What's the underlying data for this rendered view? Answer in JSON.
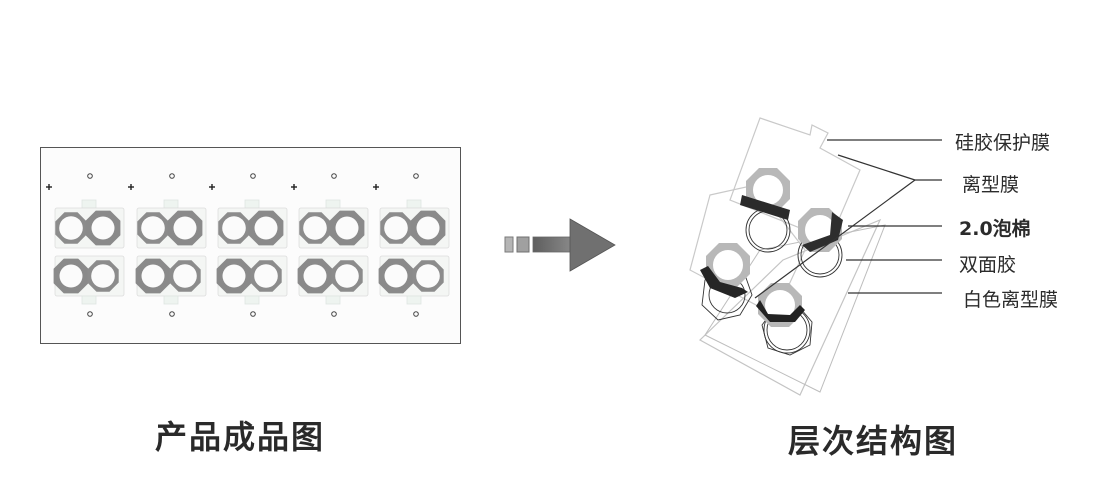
{
  "left_figure": {
    "caption": "产品成品图",
    "columns": 5,
    "rows": 2,
    "ring_color": "#8c8c8c",
    "panel_border": "#555555"
  },
  "arrow": {
    "direction": "right",
    "color": "#6e6e6e"
  },
  "right_figure": {
    "caption": "层次结构图",
    "layers": [
      {
        "label": "硅胶保护膜"
      },
      {
        "label": "离型膜"
      },
      {
        "label": "2.0泡棉"
      },
      {
        "label": "双面胶"
      },
      {
        "label": "白色离型膜"
      }
    ]
  }
}
